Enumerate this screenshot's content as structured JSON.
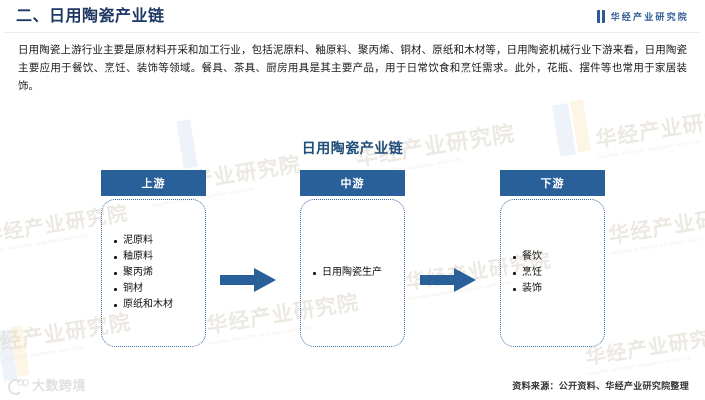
{
  "header": {
    "title": "二、日用陶瓷产业链",
    "brand_name": "华经产业研究院",
    "brand_icon": "book-mark-icon"
  },
  "intro": {
    "paragraph": "日用陶瓷上游行业主要是原材料开采和加工行业，包括泥原料、釉原料、聚丙烯、铜材、原纸和木材等，日用陶瓷机械行业下游来看，日用陶瓷主要应用于餐饮、烹饪、装饰等领域。餐具、茶具、厨房用具是其主要产品，用于日常饮食和烹饪需求。此外，花瓶、摆件等也常用于家居装饰。"
  },
  "chart_data": {
    "type": "diagram",
    "title": "日用陶瓷产业链",
    "stages": [
      {
        "label": "上游",
        "items": [
          "泥原料",
          "釉原料",
          "聚丙烯",
          "铜材",
          "原纸和木材"
        ]
      },
      {
        "label": "中游",
        "items": [
          "日用陶瓷生产"
        ]
      },
      {
        "label": "下游",
        "items": [
          "餐饮",
          "烹饪",
          "装饰"
        ]
      }
    ],
    "connectors": [
      {
        "from": "上游",
        "to": "中游",
        "icon": "right-arrow-icon"
      },
      {
        "from": "中游",
        "to": "下游",
        "icon": "right-arrow-icon"
      }
    ],
    "colors": {
      "stage_header": "#2a6099",
      "stage_border": "#3a6ea5",
      "arrow": "#2a6099",
      "title": "#1f4e79"
    }
  },
  "footer": {
    "source": "资料来源：公开资料、华经产业研究院整理"
  },
  "watermarks": {
    "brand": "华经产业研究院",
    "brand_sub": "HUAJING INDUSTRY RESEARCH INSTITUTE",
    "site": "大数跨境"
  }
}
